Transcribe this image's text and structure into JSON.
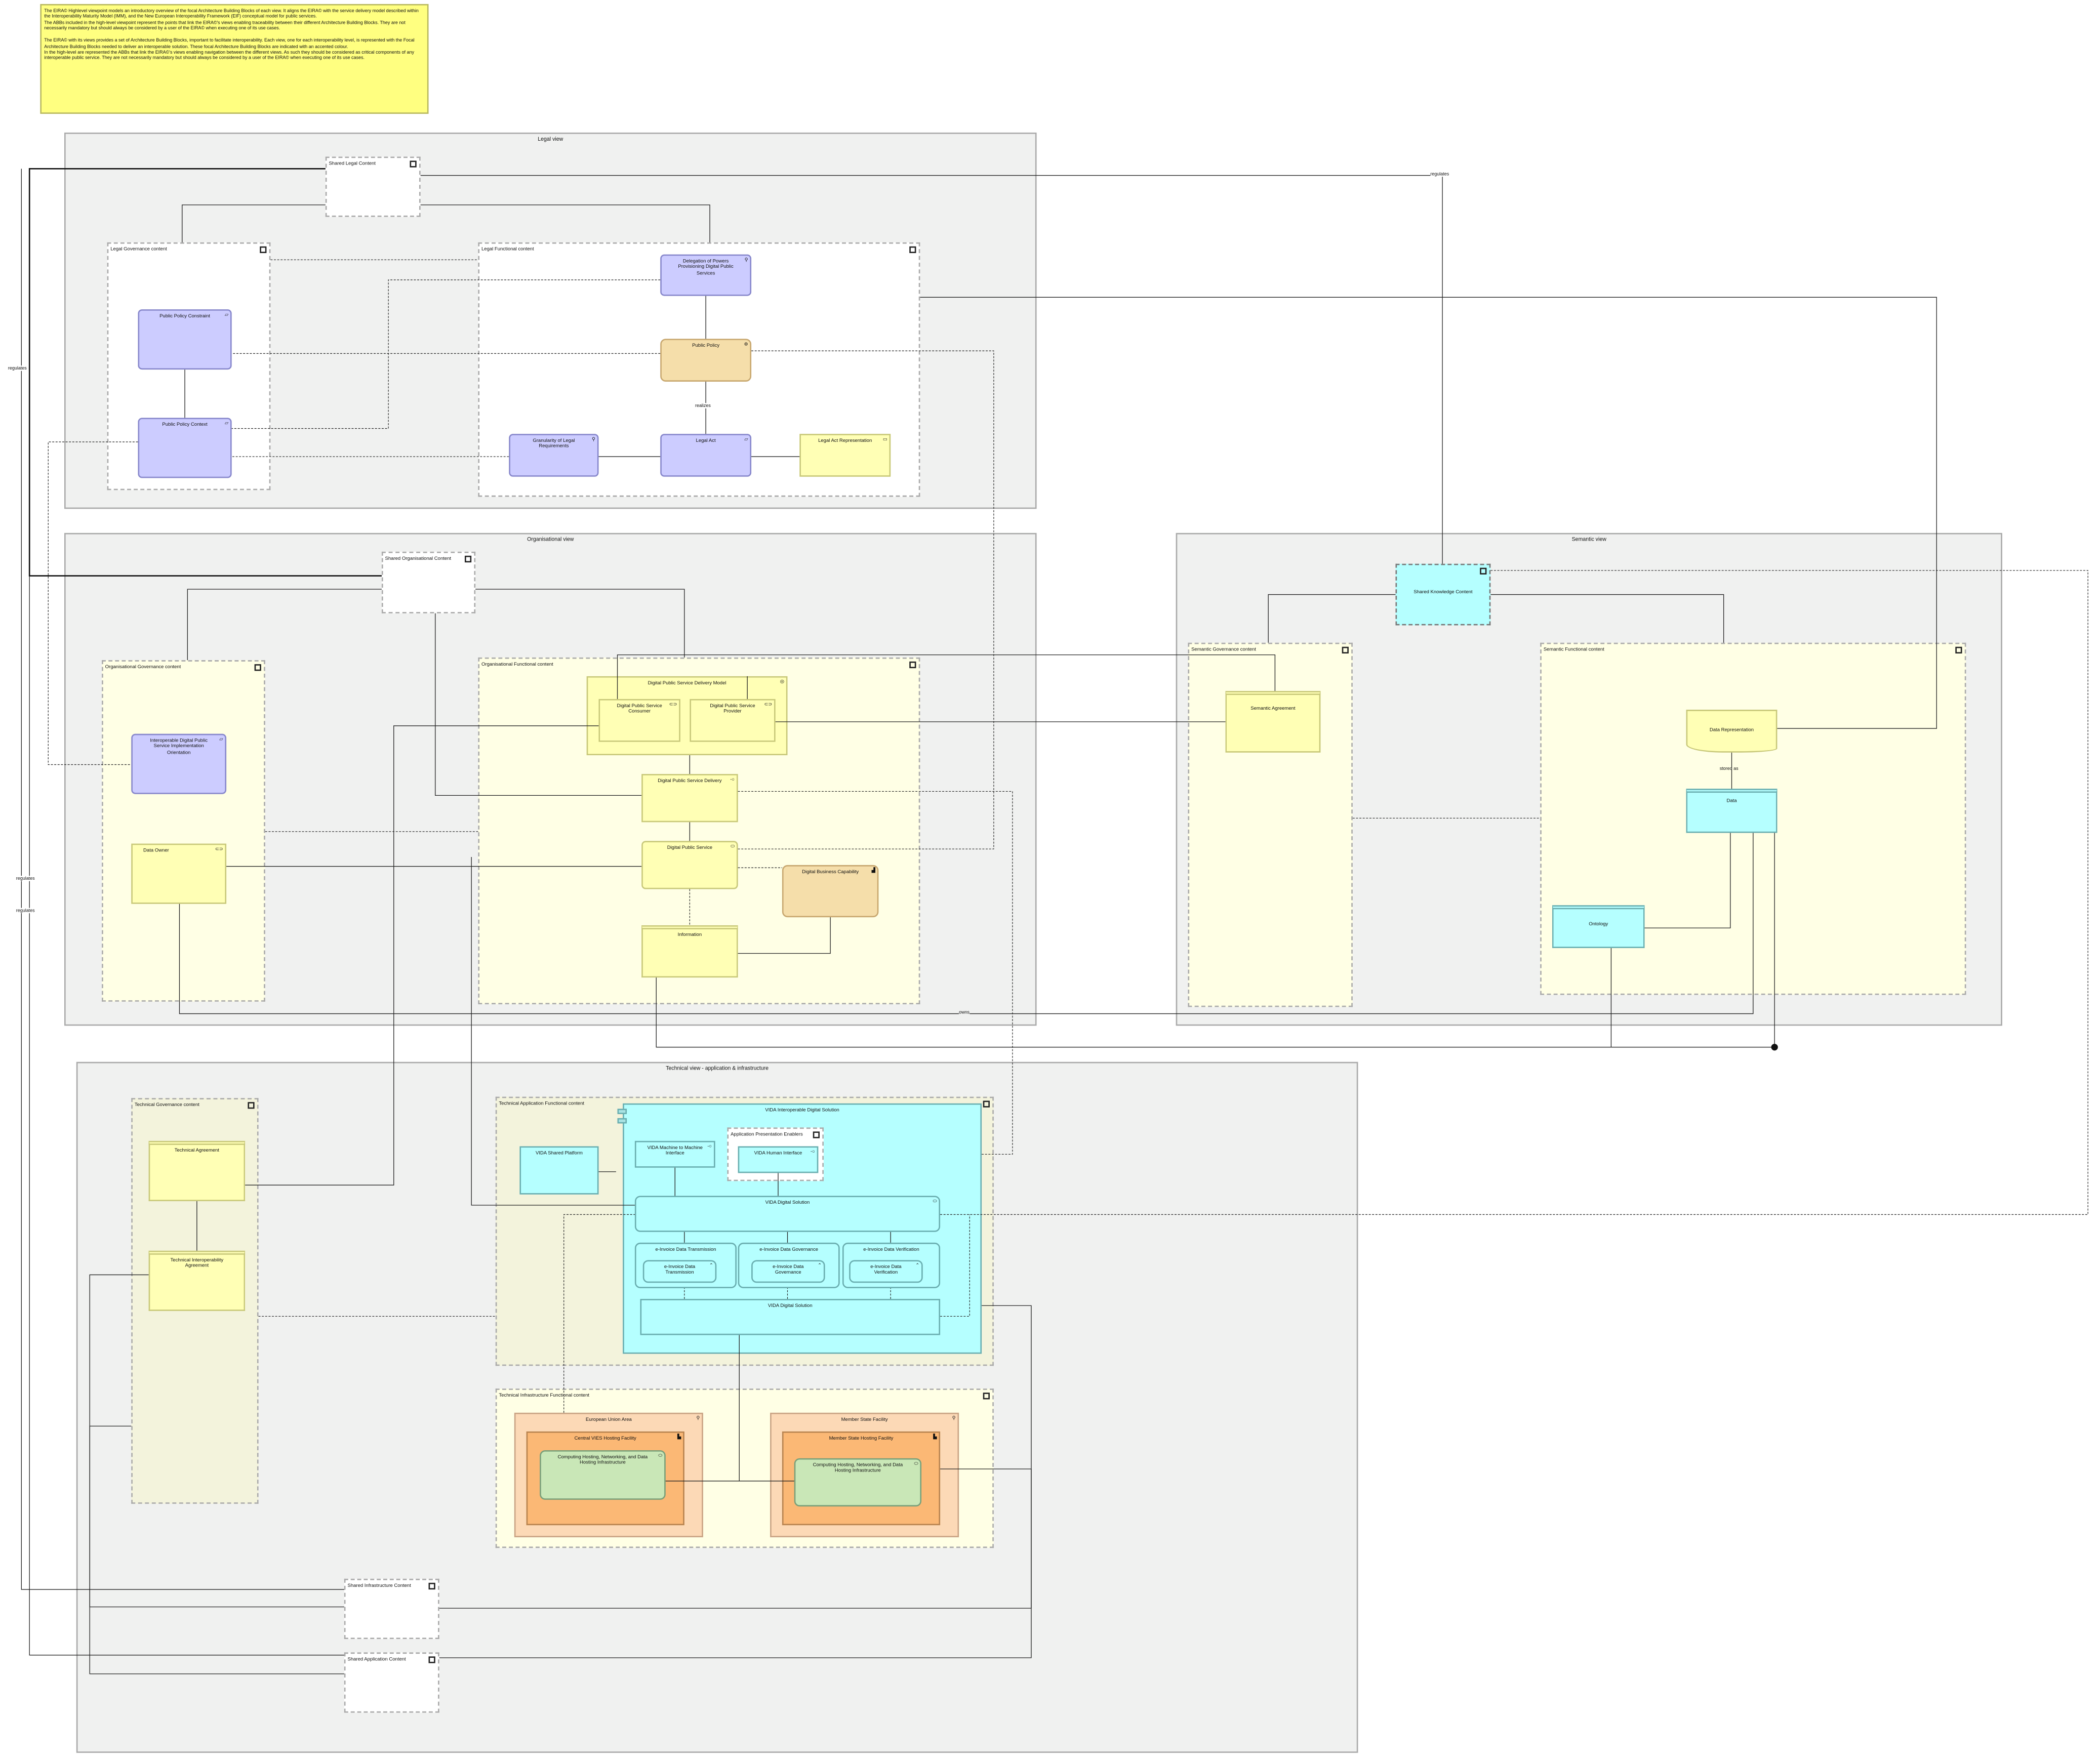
{
  "note": {
    "text": "The EIRA© Highlevel viewpoint models an introductory overview of the focal Architecture Building Blocks of each view. It aligns the EIRA© with the service delivery model described within the Interoperability Maturity Model  (IMM), and the New European Interoperability Framework (EIF) conceptual model for public services.\nThe ABBs included in the high-level viewpoint represent the points that link the EIRA©'s views enabling traceability between their different Architecture Building Blocks. They are not necessarily mandatory but should always be considered by a user of the EIRA© when executing one of its use cases.\n\nThe EIRA© with its views provides a set of Architecture Building Blocks, important to facilitate interoperability. Each view, one for each interoperability level, is represented with the Focal Architecture Building Blocks needed to deliver an interoperable solution. These focal Architecture Building Blocks are indicated with an accented colour.\nIn the high-level are represented the ABBs that link the EIRA©'s views enabling navigation between the different views. As such they should be considered as critical components of any interoperable public service. They are not necessarily mandatory but should always be considered by a user of the EIRA© when executing one of its use cases."
  },
  "legal": {
    "title": "Legal view",
    "shared": "Shared Legal Content",
    "governance": "Legal Governance content",
    "functional": "Legal Functional content",
    "delegation": "Delegation of Powers Provisioning Digital Public Services",
    "constraint": "Public Policy Constraint",
    "policy": "Public Policy",
    "context": "Public Policy Context",
    "granularity": "Granularity of Legal Requirements",
    "act": "Legal Act",
    "act_repr": "Legal Act Representation",
    "realizes": "realizes"
  },
  "org": {
    "title": "Organisational view",
    "shared": "Shared Organisational Content",
    "governance": "Organisational Governance content",
    "functional": "Organisational Functional content",
    "orientation": "Interoperable Digital Public Service Implementation Orientation",
    "data_owner": "Data Owner",
    "delivery_model": "Digital Public Service Delivery Model",
    "consumer": "Digital Public Service Consumer",
    "provider": "Digital Public Service Provider",
    "delivery": "Digital Public Service Delivery",
    "service": "Digital Public Service",
    "capability": "Digital Business Capability",
    "information": "Information",
    "owns": "owns"
  },
  "semantic": {
    "title": "Semantic view",
    "shared": "Shared Knowledge Content",
    "governance": "Semantic Governance content",
    "functional": "Semantic Functional content",
    "agreement": "Semantic Agreement",
    "data_repr": "Data Representation",
    "stored_as": "stored as",
    "data": "Data",
    "ontology": "Ontology"
  },
  "technical": {
    "title": "Technical view - application & infrastructure",
    "governance": "Technical Governance content",
    "tech_agreement": "Technical Agreement",
    "tech_interop_agreement": "Technical Interoperability Agreement",
    "app_functional": "Technical Application Functional content",
    "vida_ids": "VIDA Interoperable Digital Solution",
    "vida_platform": "VIDA Shared Platform",
    "vida_m2m": "VIDA Machine to Machine Interface",
    "presentation": "Application Presentation Enablers",
    "vida_human": "VIDA Human Interface",
    "vida_ds_service": "VIDA Digital Solution",
    "einv": [
      {
        "group": "e-Invoice Data Transmission",
        "inner": "e-Invoice Data Transmission"
      },
      {
        "group": "e-Invoice Data Governance",
        "inner": "e-Invoice Data Governance"
      },
      {
        "group": "e-Invoice Data Verification",
        "inner": "e-Invoice Data Verification"
      }
    ],
    "vida_ds_component": "VIDA Digital Solution",
    "infra_functional": "Technical Infrastructure Functional content",
    "eu_area": "European Union Area",
    "central_vies": "Central VIES Hosting Facility",
    "computing1": "Computing Hosting, Networking, and Data Hosting Infrastructure",
    "ms_facility": "Member State Facility",
    "ms_hosting": "Member State Hosting Facility",
    "computing2": "Computing Hosting, Networking, and Data Hosting Infrastructure",
    "shared_infra": "Shared Infrastructure Content",
    "shared_app": "Shared Application Content"
  },
  "relations": {
    "regulates": "regulates"
  },
  "colors": {
    "legal": "#ccccff",
    "org": "#ffffb5",
    "focal": "#f5deaa",
    "semantic": "#b5ffff",
    "node": "#c9e7b7"
  }
}
